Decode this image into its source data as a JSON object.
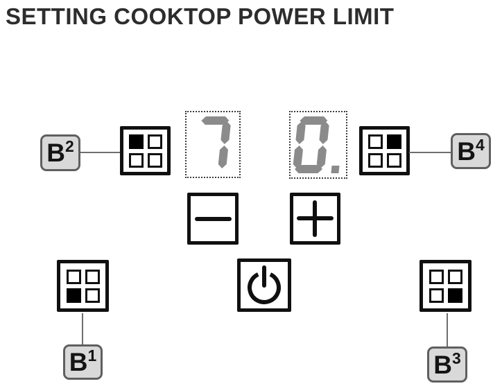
{
  "title": "SETTING COOKTOP POWER LIMIT",
  "display": {
    "value": "70",
    "digits": [
      "7",
      "0."
    ],
    "segment_color": "#8b8b8b"
  },
  "labels": {
    "b1": {
      "base": "B",
      "sup": "1"
    },
    "b2": {
      "base": "B",
      "sup": "2"
    },
    "b3": {
      "base": "B",
      "sup": "3"
    },
    "b4": {
      "base": "B",
      "sup": "4"
    }
  },
  "burner_buttons": [
    {
      "id": "b2",
      "position": "top-left",
      "filled": "tl"
    },
    {
      "id": "b4",
      "position": "top-right",
      "filled": "tr"
    },
    {
      "id": "b1",
      "position": "bottom-left",
      "filled": "bl"
    },
    {
      "id": "b3",
      "position": "bottom-right",
      "filled": "br"
    }
  ],
  "controls": {
    "minus_icon": "minus",
    "plus_icon": "plus",
    "power_icon": "power"
  },
  "colors": {
    "label_bg": "#d9d9d9",
    "label_border": "#5f5f5f",
    "button_border": "#101010",
    "segment": "#8b8b8b",
    "connector": "#6e6e6e",
    "title_text": "#2d2d2d"
  }
}
